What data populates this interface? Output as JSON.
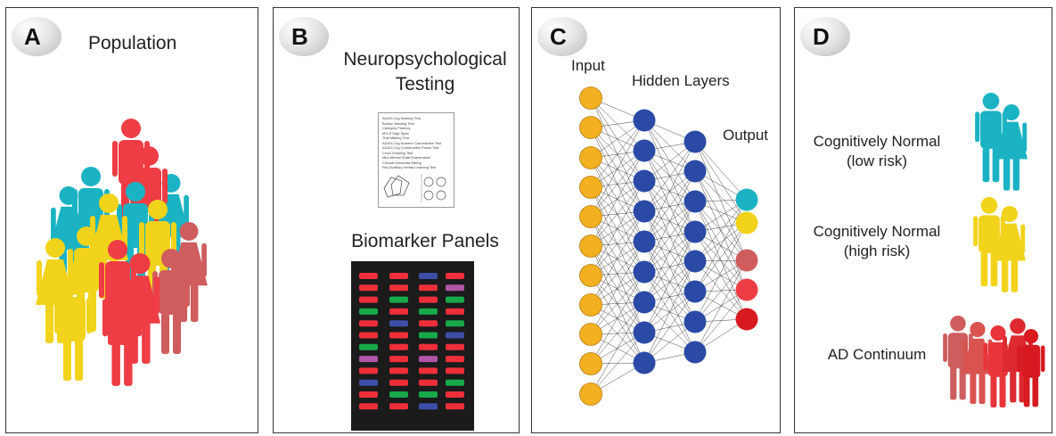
{
  "panels": {
    "a": {
      "letter": "A",
      "title": "Population"
    },
    "b": {
      "letter": "B",
      "title_line1": "Neuropsychological",
      "title_line2": "Testing",
      "tests": [
        "ADAS-Cog Naming Test",
        "Boston Naming Test",
        "Category Fluency",
        "MS-R Digit Span",
        "Trail Making Test",
        "ADAS-Cog Number Cancellation Test",
        "ADAS-Cog Constructive Praxis Test",
        "Clock Drawing Test",
        "Mini-Mental State Examination",
        "Clinical Dementia Rating",
        "Rey Auditory Verbal Learning Test"
      ],
      "biomarker_title": "Biomarker Panels"
    },
    "c": {
      "letter": "C",
      "input_label": "Input",
      "hidden_label": "Hidden Layers",
      "output_label": "Output"
    },
    "d": {
      "letter": "D",
      "groups": [
        {
          "line1": "Cognitively Normal",
          "line2": "(low risk)",
          "color": "#1bb3c3"
        },
        {
          "line1": "Cognitively Normal",
          "line2": "(high risk)",
          "color": "#f2d31b"
        },
        {
          "line1": "AD Continuum",
          "line2": "",
          "color": "#e8343a"
        }
      ]
    }
  },
  "colors": {
    "teal": "#1bb3c3",
    "yellow": "#f2d31b",
    "red": "#ee3d44",
    "rose": "#cf5d5e",
    "input_node": "#f3b020",
    "hidden_node": "#2a4aa6",
    "output_nodes": [
      "#1bb3c3",
      "#f2d31b",
      "#cf5d5e",
      "#ee3d44",
      "#d71920"
    ]
  },
  "heatmap_rows": [
    [
      "red",
      "red",
      "blue",
      "red"
    ],
    [
      "red",
      "red",
      "red",
      "violet"
    ],
    [
      "red",
      "green",
      "red",
      "green"
    ],
    [
      "green",
      "red",
      "green",
      "red"
    ],
    [
      "red",
      "blue",
      "red",
      "green"
    ],
    [
      "red",
      "red",
      "green",
      "blue"
    ],
    [
      "green",
      "red",
      "red",
      "red"
    ],
    [
      "violet",
      "red",
      "violet",
      "red"
    ],
    [
      "red",
      "red",
      "red",
      "red"
    ],
    [
      "blue",
      "red",
      "red",
      "green"
    ],
    [
      "red",
      "green",
      "green",
      "red"
    ],
    [
      "red",
      "red",
      "blue",
      "red"
    ]
  ]
}
